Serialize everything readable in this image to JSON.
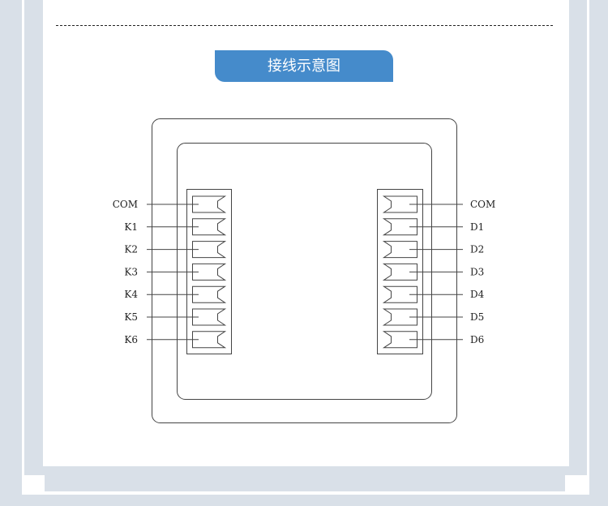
{
  "section_title": "接线示意图",
  "diagram": {
    "left_terminals": [
      "COM",
      "K1",
      "K2",
      "K3",
      "K4",
      "K5",
      "K6"
    ],
    "right_terminals": [
      "COM",
      "D1",
      "D2",
      "D3",
      "D4",
      "D5",
      "D6"
    ],
    "line_color": "#444444"
  }
}
